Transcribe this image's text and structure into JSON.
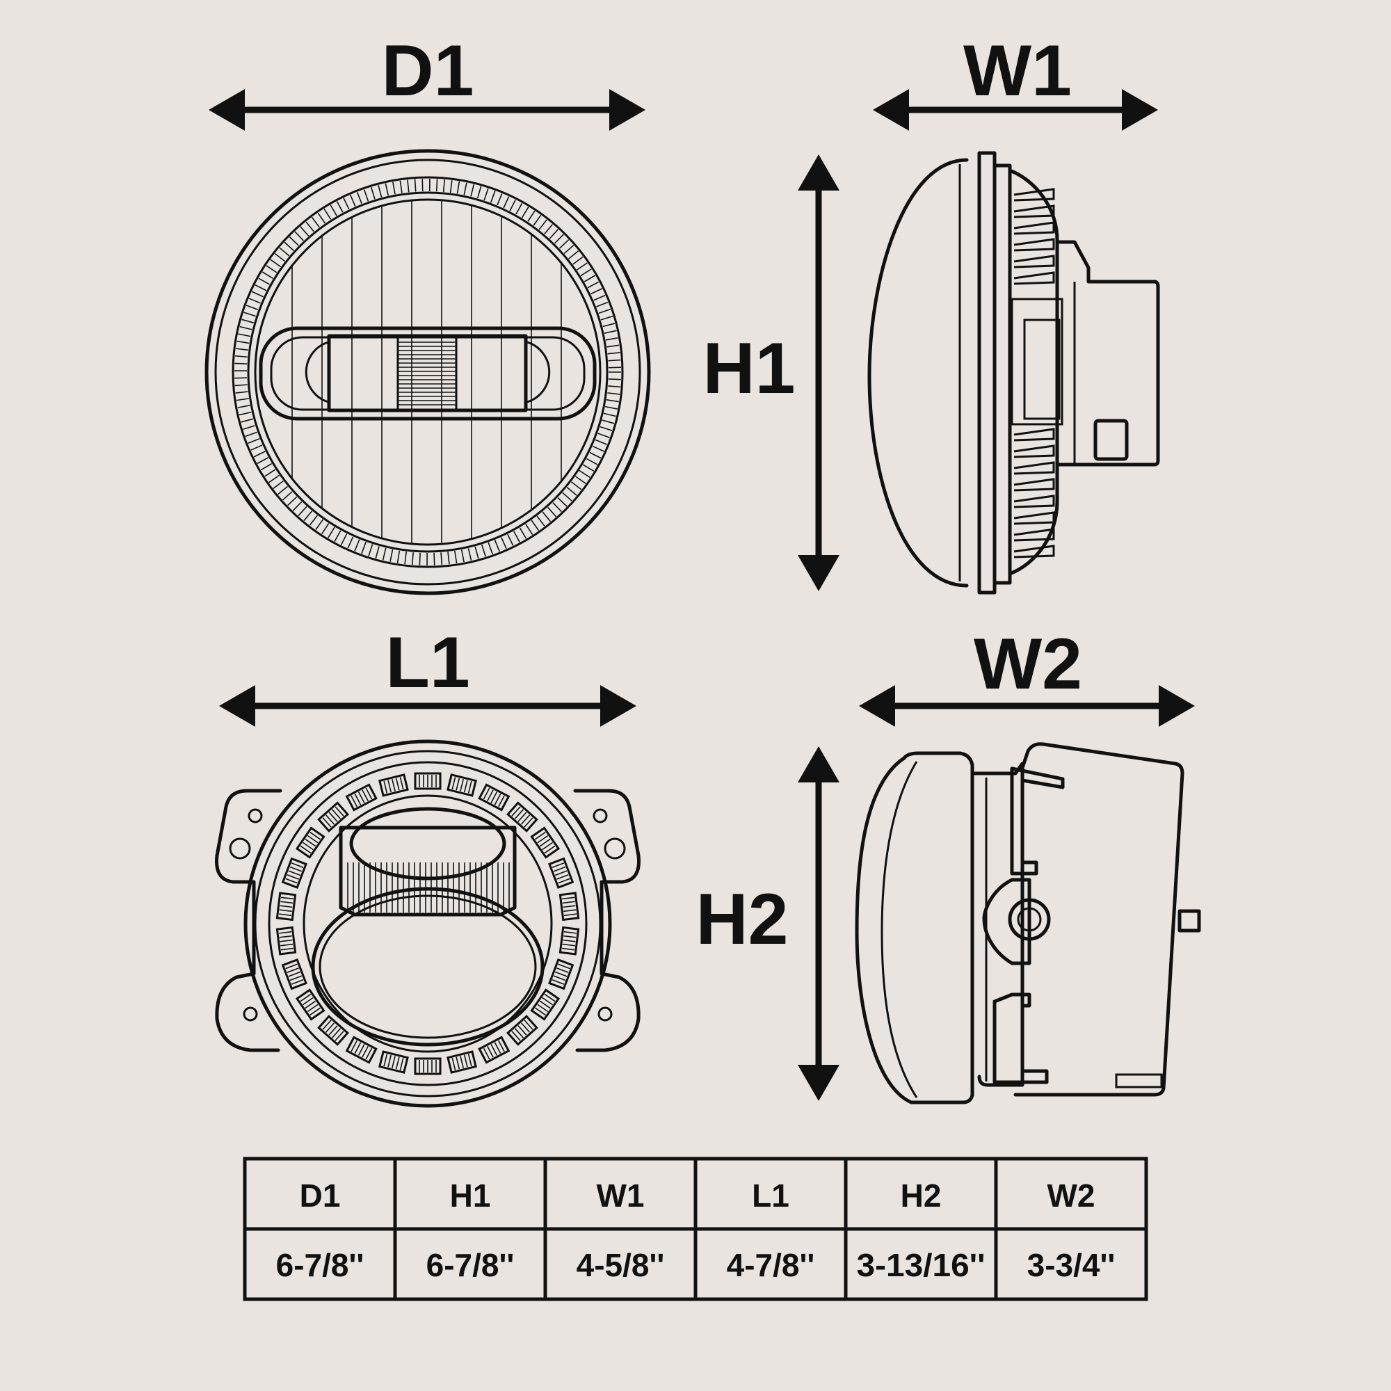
{
  "labels": {
    "d1": "D1",
    "w1": "W1",
    "h1": "H1",
    "l1": "L1",
    "w2": "W2",
    "h2": "H2"
  },
  "table": {
    "headers": [
      "D1",
      "H1",
      "W1",
      "L1",
      "H2",
      "W2"
    ],
    "values": [
      "6-7/8''",
      "6-7/8''",
      "4-5/8''",
      "4-7/8''",
      "3-13/16''",
      "3-3/4''"
    ]
  },
  "colors": {
    "background": "#e9e4e0",
    "ink": "#111111"
  }
}
